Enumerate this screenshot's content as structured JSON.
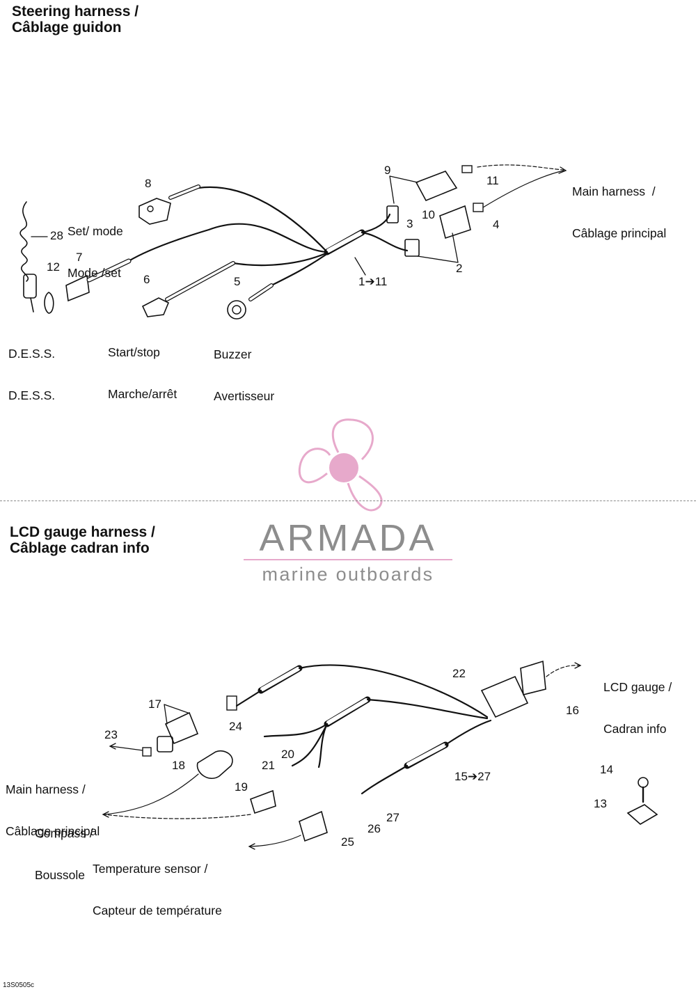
{
  "sections": {
    "steering": {
      "title_line1": "Steering harness /",
      "title_line2": "Câblage guidon"
    },
    "lcd": {
      "title_line1": "LCD gauge harness /",
      "title_line2": "Câblage cadran info"
    }
  },
  "steering_labels": {
    "main_harness": "Main harness  /",
    "main_harness_fr": "Câblage principal",
    "set_mode": "Set/ mode",
    "set_mode_fr": "Mode /set",
    "dess": "D.E.S.S.",
    "dess_fr": "D.E.S.S.",
    "start_stop": "Start/stop",
    "start_stop_fr": "Marche/arrêt",
    "buzzer": "Buzzer",
    "buzzer_fr": "Avertisseur"
  },
  "steering_parts": [
    "9",
    "11",
    "8",
    "10",
    "3",
    "4",
    "28",
    "7",
    "12",
    "2",
    "1➔11",
    "6",
    "5"
  ],
  "lcd_labels": {
    "lcd_gauge": "LCD gauge /",
    "lcd_gauge_fr": "Cadran info",
    "main_harness": "Main harness /",
    "main_harness_fr": "Câblage principal",
    "compass": "Compass /",
    "compass_fr": "Boussole",
    "temp": "Temperature sensor /",
    "temp_fr": "Capteur de température"
  },
  "lcd_parts": [
    "22",
    "16",
    "17",
    "24",
    "23",
    "20",
    "18",
    "21",
    "19",
    "15➔27",
    "14",
    "13",
    "27",
    "26",
    "25"
  ],
  "watermark": {
    "name": "ARMADA",
    "tagline": "marine outboards",
    "accent_color": "#e7a9cb",
    "text_color": "#8d8d8d"
  },
  "drawing_code": "13S0505c"
}
